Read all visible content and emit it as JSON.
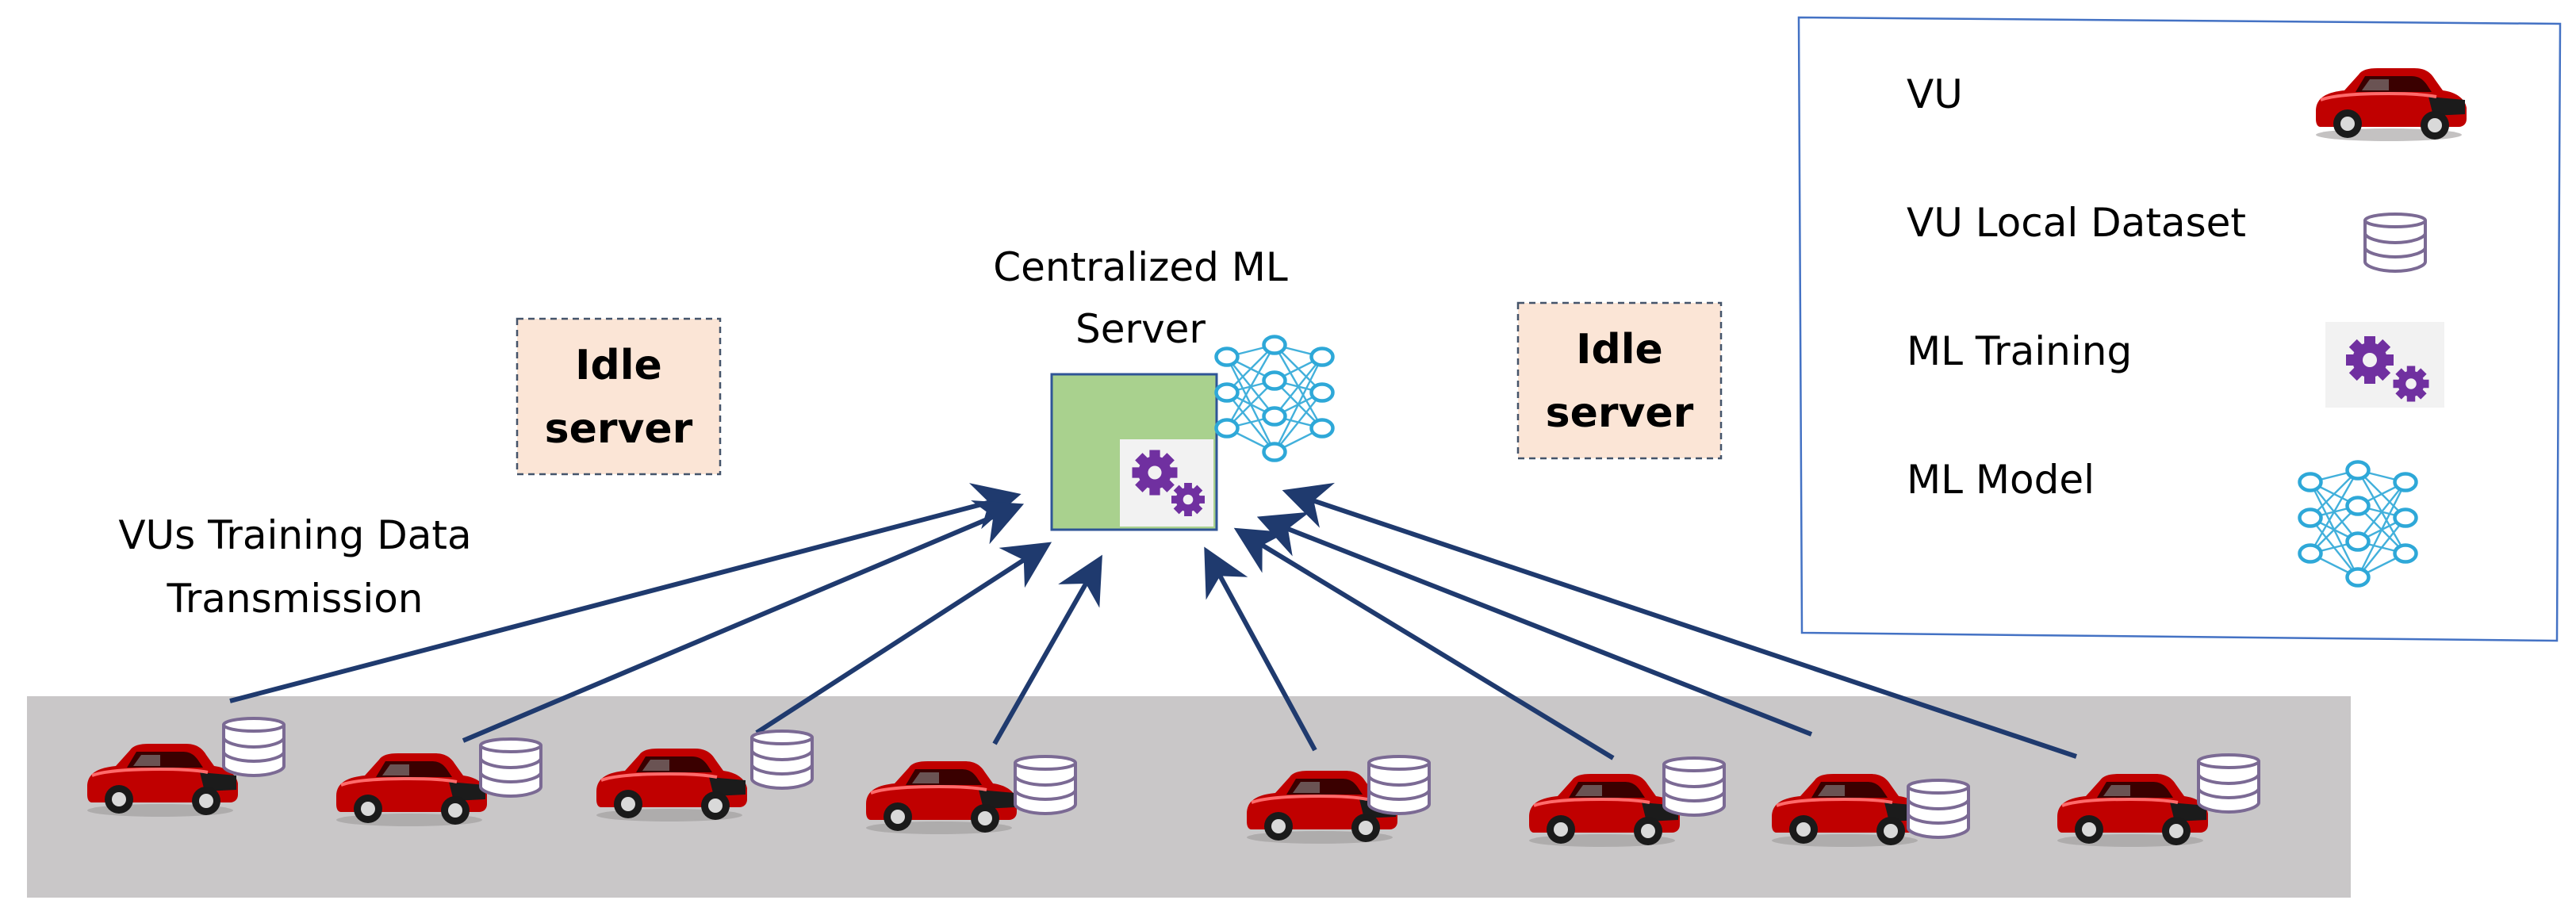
{
  "server": {
    "title_line1": "Centralized ML",
    "title_line2": "Server"
  },
  "idle_left": {
    "line1": "Idle",
    "line2": "server"
  },
  "idle_right": {
    "line1": "Idle",
    "line2": "server"
  },
  "transmission_label": {
    "line1": "VUs Training Data",
    "line2": "Transmission"
  },
  "legend": {
    "items": [
      {
        "label": "VU",
        "icon": "car-icon"
      },
      {
        "label": "VU Local Dataset",
        "icon": "database-icon"
      },
      {
        "label": "ML Training",
        "icon": "gears-icon"
      },
      {
        "label": "ML Model",
        "icon": "neural-network-icon"
      }
    ]
  },
  "colors": {
    "road": "#c9c7c8",
    "server_fill": "#a9d18e",
    "idle_fill": "#fbe5d6",
    "arrow": "#1f3a6e",
    "legend_border": "#4472c4",
    "car_red": "#c00000",
    "gear_purple": "#7030a0",
    "nn_blue": "#2ea8d8",
    "db_purple": "#7b6a94"
  }
}
